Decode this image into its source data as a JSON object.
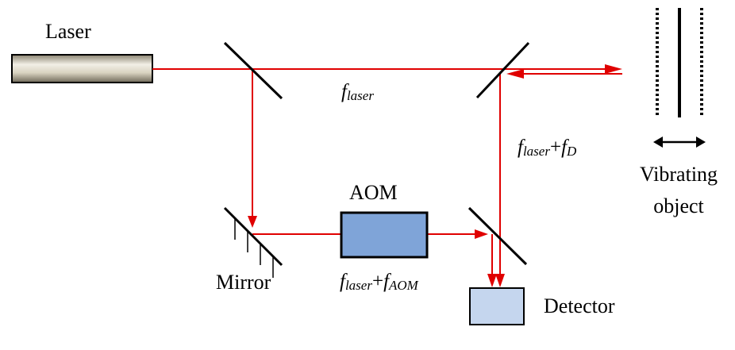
{
  "labels": {
    "laser": "Laser",
    "aom": "AOM",
    "mirror": "Mirror",
    "detector": "Detector",
    "vibrating_line1": "Vibrating",
    "vibrating_line2": "object"
  },
  "frequencies": {
    "reference_beam": {
      "symbol": "f",
      "subscript": "laser"
    },
    "returning_beam": {
      "symbol": "f",
      "subscript": "laser",
      "plus": "+",
      "symbol2": "f",
      "subscript2": "D"
    },
    "shifted_beam": {
      "symbol": "f",
      "subscript": "laser",
      "plus": "+",
      "symbol2": "f",
      "subscript2": "AOM"
    }
  },
  "colors": {
    "beam": "#e00000",
    "aom_fill": "#7fa4d8",
    "detector_fill": "#c5d6ee",
    "outline": "#000000"
  }
}
